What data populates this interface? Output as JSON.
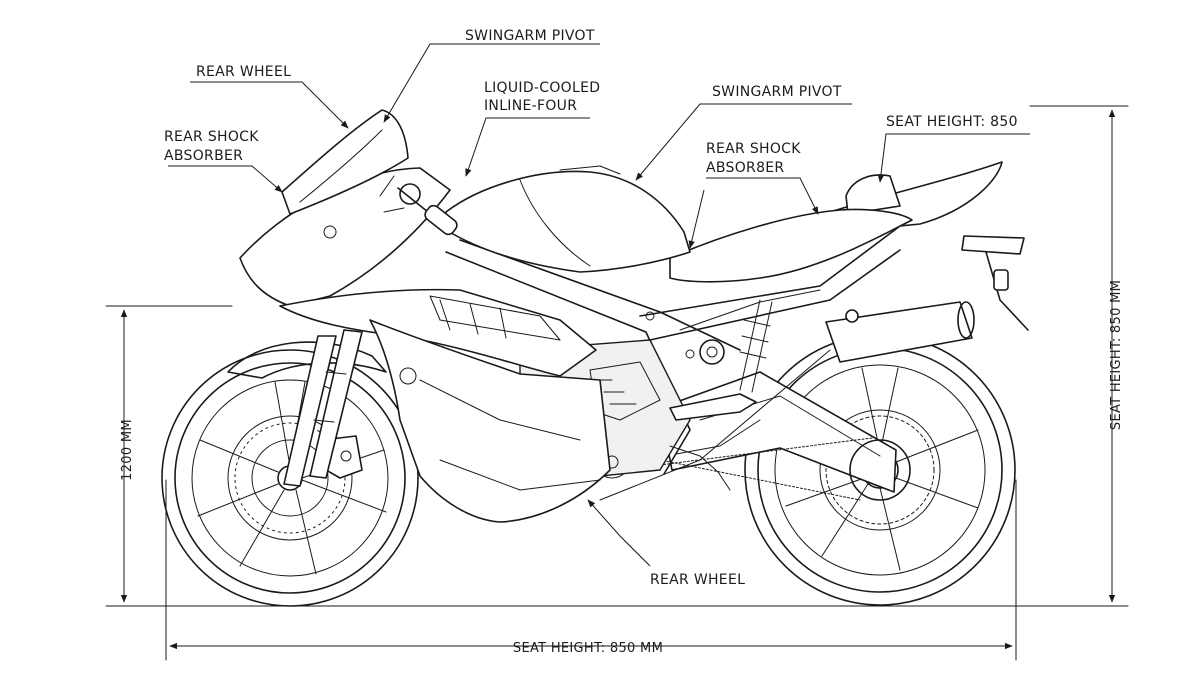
{
  "labels": {
    "swingarm_pivot_top": "SWINGARM PIVOT",
    "rear_wheel_top": "REAR WHEEL",
    "engine_line1": "LIQUID-COOLED",
    "engine_line2": "INLINE-FOUR",
    "swingarm_pivot_right": "SWINGARM PIVOT",
    "rear_shock_left_line1": "REAR SHOCK",
    "rear_shock_left_line2": "ABSORBER",
    "seat_height_top": "SEAT HEIGHT: 850",
    "rear_shock_mid_line1": "REAR SHOCK",
    "rear_shock_mid_line2": "ABSOR8ER",
    "rear_wheel_bottom": "REAR WHEEL"
  },
  "dimensions": {
    "left_vertical": "1200 MM",
    "right_vertical": "SEAT HEIGHT: 850 MM",
    "bottom_horizontal": "SEAT HEIGHT: 850 MM"
  }
}
